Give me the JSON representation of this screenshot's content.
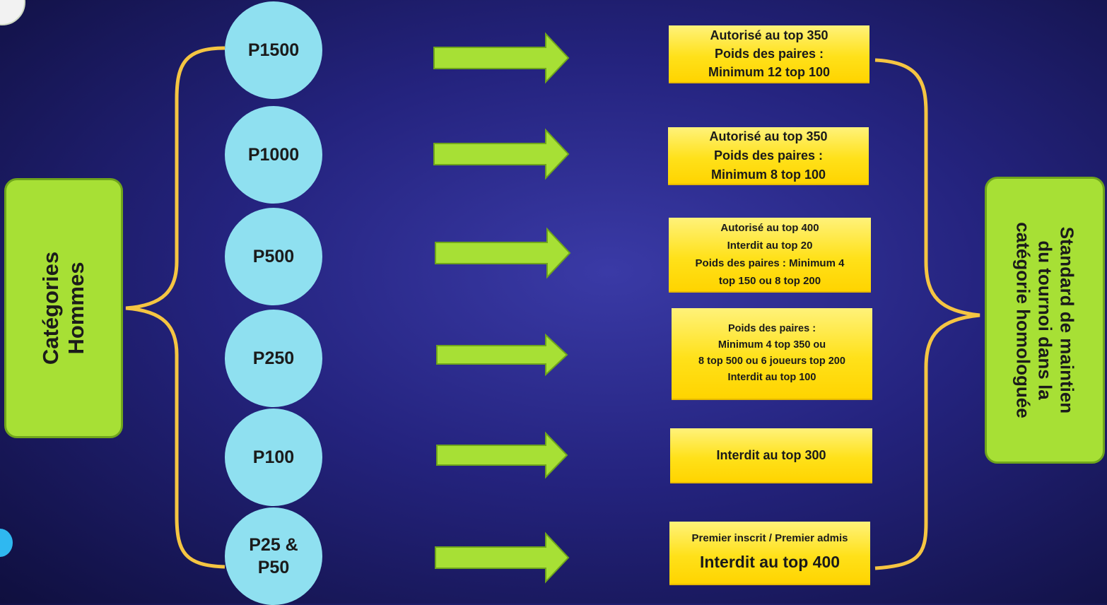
{
  "left_category": {
    "line1": "Catégories",
    "line2": "Hommes"
  },
  "right_summary": {
    "line1": "Standard de maintien",
    "line2": "du tournoi dans la",
    "line3": "catégorie homologuée"
  },
  "categories": [
    {
      "label": "P1500"
    },
    {
      "label": "P1000"
    },
    {
      "label": "P500"
    },
    {
      "label": "P250"
    },
    {
      "label": "P100"
    },
    {
      "label": "P25 &\nP50"
    }
  ],
  "rules": [
    {
      "lines": [
        "Autorisé au top 350",
        "Poids des paires :",
        "Minimum 12 top 100"
      ]
    },
    {
      "lines": [
        "Autorisé au top 350",
        "Poids des paires :",
        "Minimum 8 top 100"
      ]
    },
    {
      "lines": [
        "Autorisé au top 400",
        "Interdit au top 20",
        "Poids des paires : Minimum 4",
        "top 150 ou 8 top 200"
      ]
    },
    {
      "lines": [
        "Poids des paires :",
        "Minimum 4 top 350 ou",
        "8 top 500 ou 6 joueurs top 200",
        "Interdit au top 100"
      ]
    },
    {
      "lines": [
        "Interdit au top 300"
      ]
    },
    {
      "lines": [
        "Premier inscrit /  Premier admis",
        "Interdit au top 400"
      ]
    }
  ],
  "colors": {
    "circle": "#8fe0f0",
    "green_box": "#a7e035",
    "arrow": "#a7e035",
    "brace": "#f5c542",
    "rule_box": "#ffe11a"
  }
}
